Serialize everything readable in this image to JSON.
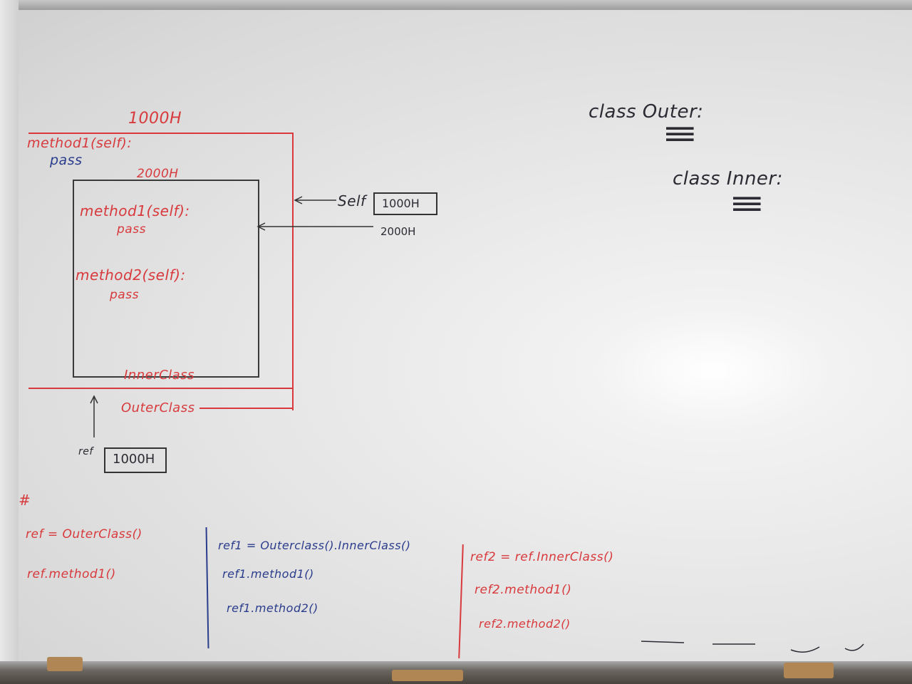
{
  "board": {
    "outer_addr": "1000H",
    "outer_method": "method1(self):",
    "outer_pass": "pass",
    "inner_addr": "2000H",
    "inner_method1": "method1(self):",
    "inner_pass1": "pass",
    "inner_method2": "method2(self):",
    "inner_pass2": "pass",
    "inner_label": "InnerClass",
    "outer_label": "OuterClass",
    "self_label": "Self",
    "self_value": "1000H",
    "inner_ref_addr": "2000H",
    "ref_label": "ref",
    "ref_value": "1000H",
    "hash": "#",
    "code_col1": [
      "ref = OuterClass()",
      "ref.method1()"
    ],
    "code_col2": [
      "ref1 = Outerclass().InnerClass()",
      "ref1.method1()",
      "ref1.method2()"
    ],
    "code_col3": [
      "ref2 = ref.InnerClass()",
      "ref2.method1()",
      "ref2.method2()"
    ],
    "class_outer": "class Outer:",
    "class_inner": "class Inner:",
    "class_outer_body": "≡",
    "class_inner_body": "≡"
  },
  "colors": {
    "red_marker": "#d8393c",
    "blue_marker": "#2a3c8c",
    "black_marker": "#2b2b33"
  }
}
